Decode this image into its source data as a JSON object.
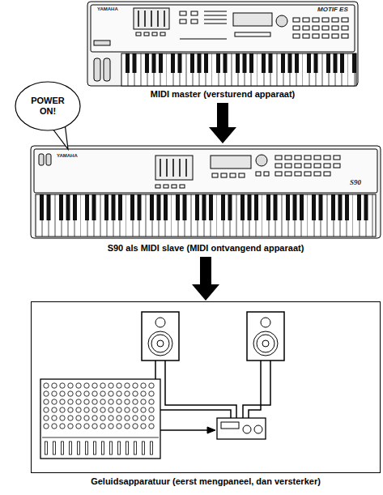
{
  "diagram": {
    "nodes": [
      {
        "text": [
          "MIDI master (versturend apparaat)"
        ]
      },
      {
        "text": [
          "S90 als MIDI slave (MIDI ontvangend apparaat)"
        ]
      },
      {
        "text": [
          "Geluidsapparatuur (eerst mengpaneel, dan versterker)"
        ]
      },
      {
        "text": [
          "POWER ON!"
        ]
      }
    ],
    "edges": [
      {
        "from": 0,
        "to": 1,
        "arrow": "to"
      },
      {
        "from": 1,
        "to": 2,
        "arrow": "to"
      }
    ],
    "labels": [
      "YAMAHA",
      "MOTIF ES",
      "YAMAHA",
      "S90"
    ]
  }
}
